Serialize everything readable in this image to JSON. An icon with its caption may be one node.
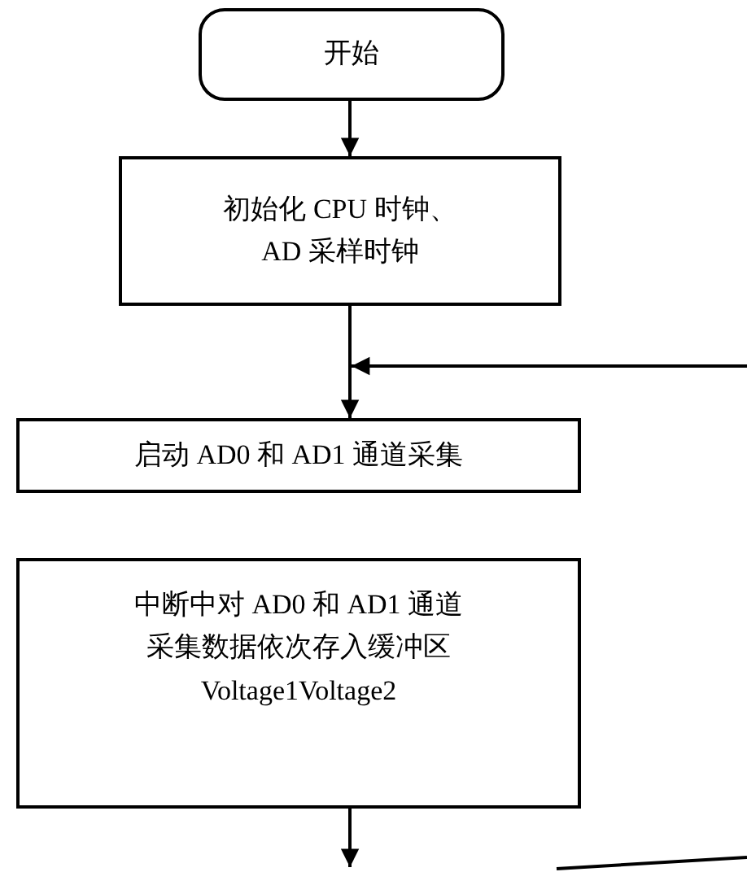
{
  "diagram": {
    "nodes": [
      {
        "text": [
          "开始"
        ]
      },
      {
        "text": [
          "初始化 CPU 时钟、AD 采样时钟"
        ]
      },
      {
        "text": [
          "启动 AD0 和 AD1 通道采集"
        ]
      },
      {
        "text": [
          "中断中对 AD0 和 AD1 通道采集数据依次存入缓冲区 Voltage1Voltage2"
        ]
      }
    ],
    "edges": [
      {
        "from": 0,
        "to": 1,
        "arrow": "to"
      },
      {
        "from": 1,
        "to": 2,
        "arrow": "to"
      },
      {
        "from": null,
        "to": 2,
        "arrow": "to"
      },
      {
        "from": 3,
        "to": null,
        "arrow": "to"
      }
    ]
  }
}
